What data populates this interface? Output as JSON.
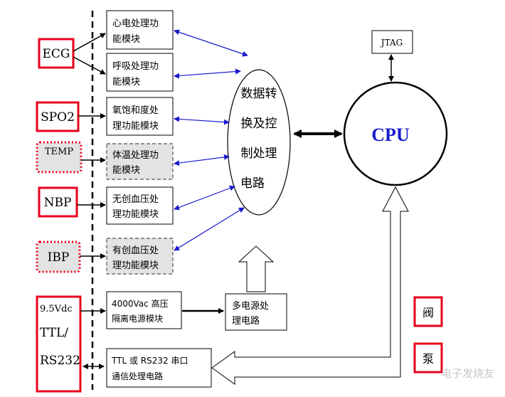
{
  "sensors": {
    "ecg": "ECG",
    "spo2": "SPO2",
    "temp": "TEMP",
    "nbp": "NBP",
    "ibp": "IBP",
    "power_line1": "9.5Vdc",
    "power_line2": "TTL/",
    "power_line3": "RS232"
  },
  "modules": {
    "ecg_line1": "心电处理功",
    "ecg_line2": "能模块",
    "resp_line1": "呼吸处理功",
    "resp_line2": "能模块",
    "spo2_line1": "氧饱和度处",
    "spo2_line2": "理功能模块",
    "temp_line1": "体温处理功",
    "temp_line2": "能模块",
    "nbp_line1": "无创血压处",
    "nbp_line2": "理功能模块",
    "ibp_line1": "有创血压处",
    "ibp_line2": "理功能模块",
    "isolation_line1": "4000Vac  高压",
    "isolation_line2": "隔离电源模块",
    "comm_line1": "TTL  或  RS232  串口",
    "comm_line2": "通信处理电路"
  },
  "converter": {
    "line1": "数据转",
    "line2": "换及控",
    "line3": "制处理",
    "line4": "电路"
  },
  "power_circuit": {
    "line1": "多电源处",
    "line2": "理电路"
  },
  "cpu": "CPU",
  "jtag": "JTAG",
  "valve": "阀",
  "pump": "泵",
  "watermark": "电子发烧友",
  "colors": {
    "sensor_border": "#e8001c",
    "cpu_text": "#1a1acc",
    "arrow_blue": "#1a1acc",
    "dashed_fill": "#e3e3e3"
  }
}
